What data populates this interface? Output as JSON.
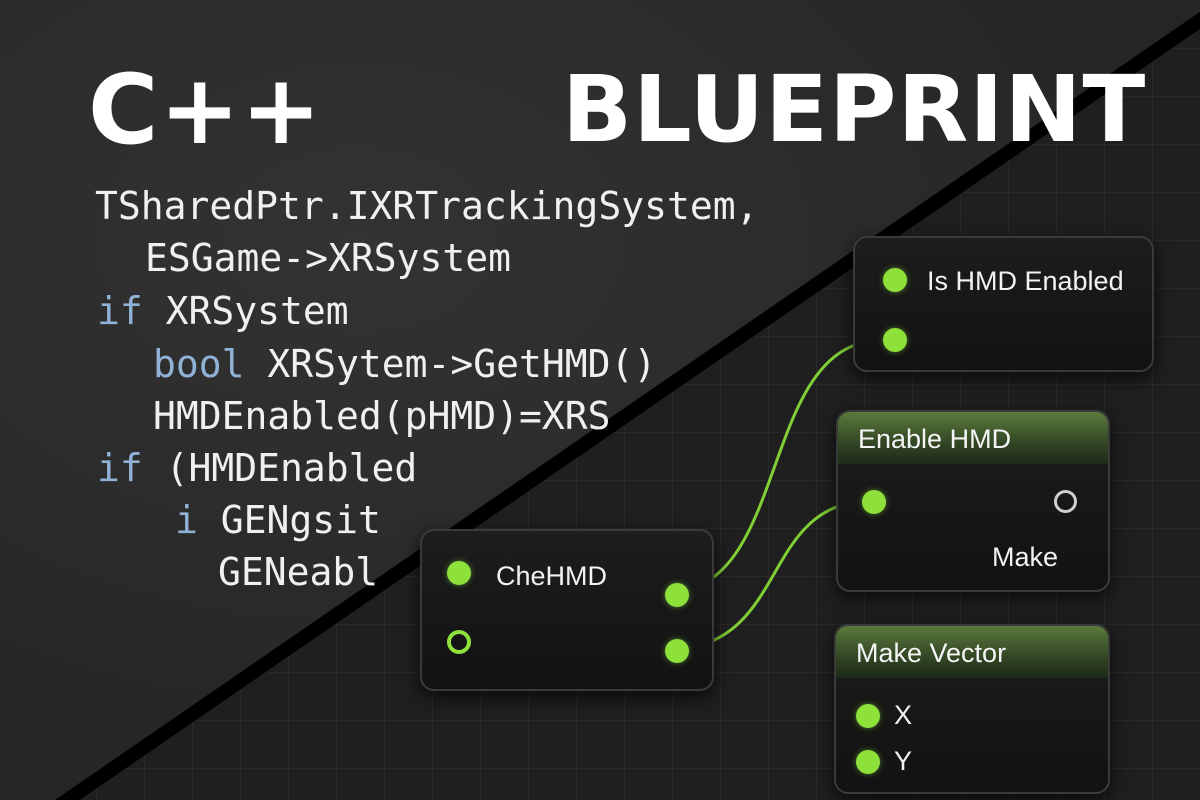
{
  "titles": {
    "left": "C++",
    "right": "BLUEPRINT"
  },
  "code_lines": [
    {
      "kw": "",
      "text": "TSharedPtr.IXRTrackingSystem,"
    },
    {
      "kw": "",
      "text": "ESGame->XRSystem"
    },
    {
      "kw": "if",
      "text": " XRSystem"
    },
    {
      "kw": "bool",
      "text": " XRSytem->GetHMD()"
    },
    {
      "kw": "",
      "text": "HMDEnabled(pHMD)=XRS"
    },
    {
      "kw": "if",
      "text": " (HMDEnabled"
    },
    {
      "kw": "i",
      "text": " GENgsit"
    },
    {
      "kw": "",
      "text": "GENeabl"
    }
  ],
  "nodes": {
    "is_hmd_enabled": {
      "label": "Is HMD Enabled"
    },
    "enable_hmd": {
      "title": "Enable HMD",
      "output_label": "Make"
    },
    "check_hmd": {
      "label": "CheHMD"
    },
    "make_vector": {
      "title": "Make Vector",
      "pins": [
        "X",
        "Y"
      ]
    }
  },
  "colors": {
    "pin": "#8ee03a",
    "wire": "#7fcf35",
    "keyword": "#8fb2d6",
    "header_green": "#4a6630"
  }
}
